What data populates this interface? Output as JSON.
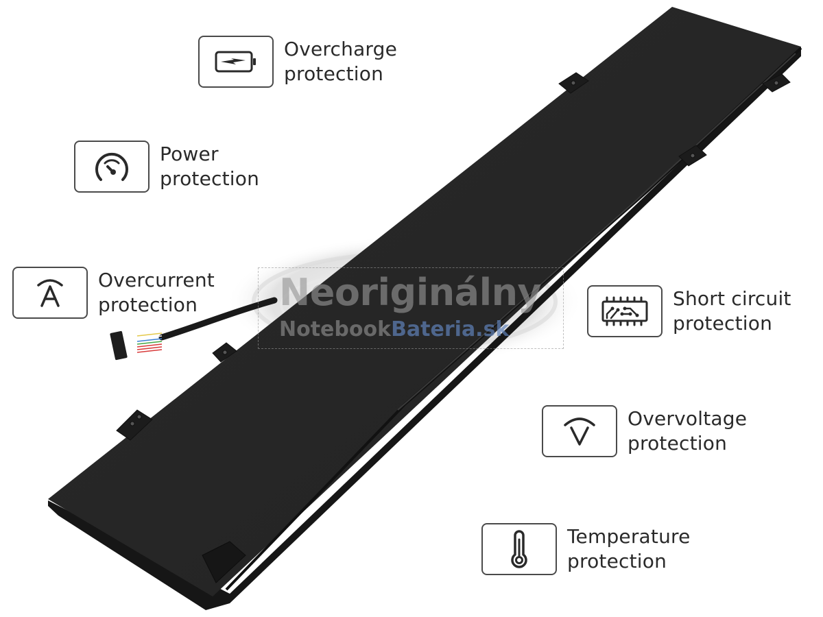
{
  "product": {
    "name": "laptop-battery",
    "color": "#262626"
  },
  "features": [
    {
      "id": "overcharge",
      "icon": "battery-charging-icon",
      "line1": "Overcharge",
      "line2": "protection"
    },
    {
      "id": "power",
      "icon": "gauge-icon",
      "line1": "Power",
      "line2": "protection"
    },
    {
      "id": "overcurrent",
      "icon": "ampere-icon",
      "line1": "Overcurrent",
      "line2": "protection"
    },
    {
      "id": "short-circuit",
      "icon": "circuit-chip-icon",
      "line1": "Short circuit",
      "line2": "protection"
    },
    {
      "id": "overvoltage",
      "icon": "volt-icon",
      "line1": "Overvoltage",
      "line2": "protection"
    },
    {
      "id": "temperature",
      "icon": "thermometer-icon",
      "line1": "Temperature",
      "line2": "protection"
    }
  ],
  "watermark": {
    "line1": "Neoriginálny",
    "line2_part1": "Notebook",
    "line2_part2": "Bateria.sk"
  },
  "colors": {
    "icon_stroke": "#2a2a2a",
    "text": "#2a2a2a",
    "battery_body": "#262626",
    "watermark_blue": "#5f82b9"
  }
}
